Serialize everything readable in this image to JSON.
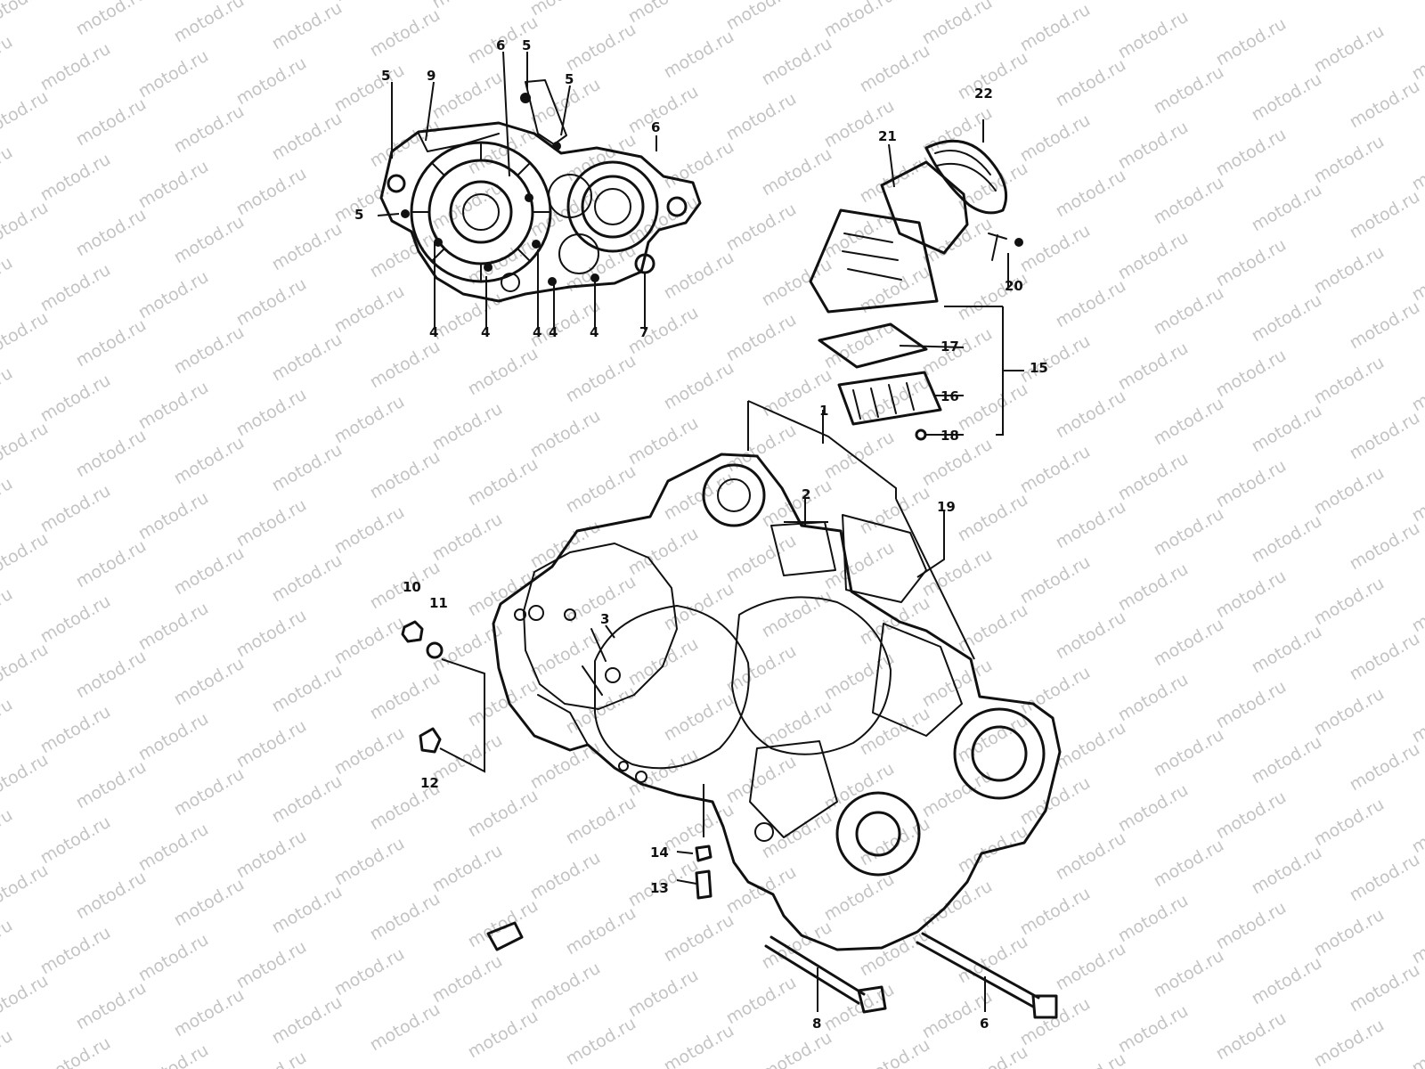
{
  "watermark": {
    "text": "motod.ru"
  },
  "parts": [
    {
      "id": "p1",
      "label": "1"
    },
    {
      "id": "p2",
      "label": "2"
    },
    {
      "id": "p3",
      "label": "3"
    },
    {
      "id": "p4a",
      "label": "4"
    },
    {
      "id": "p4b",
      "label": "4"
    },
    {
      "id": "p4c",
      "label": "4"
    },
    {
      "id": "p4d",
      "label": "4"
    },
    {
      "id": "p4e",
      "label": "4"
    },
    {
      "id": "p5a",
      "label": "5"
    },
    {
      "id": "p5b",
      "label": "5"
    },
    {
      "id": "p5c",
      "label": "5"
    },
    {
      "id": "p5d",
      "label": "5"
    },
    {
      "id": "p6a",
      "label": "6"
    },
    {
      "id": "p6b",
      "label": "6"
    },
    {
      "id": "p6c",
      "label": "6"
    },
    {
      "id": "p7",
      "label": "7"
    },
    {
      "id": "p8",
      "label": "8"
    },
    {
      "id": "p9",
      "label": "9"
    },
    {
      "id": "p10",
      "label": "10"
    },
    {
      "id": "p11",
      "label": "11"
    },
    {
      "id": "p12",
      "label": "12"
    },
    {
      "id": "p13",
      "label": "13"
    },
    {
      "id": "p14",
      "label": "14"
    },
    {
      "id": "p15",
      "label": "15"
    },
    {
      "id": "p16",
      "label": "16"
    },
    {
      "id": "p17",
      "label": "17"
    },
    {
      "id": "p18",
      "label": "18"
    },
    {
      "id": "p19",
      "label": "19"
    },
    {
      "id": "p20",
      "label": "20"
    },
    {
      "id": "p21",
      "label": "21"
    },
    {
      "id": "p22",
      "label": "22"
    }
  ]
}
